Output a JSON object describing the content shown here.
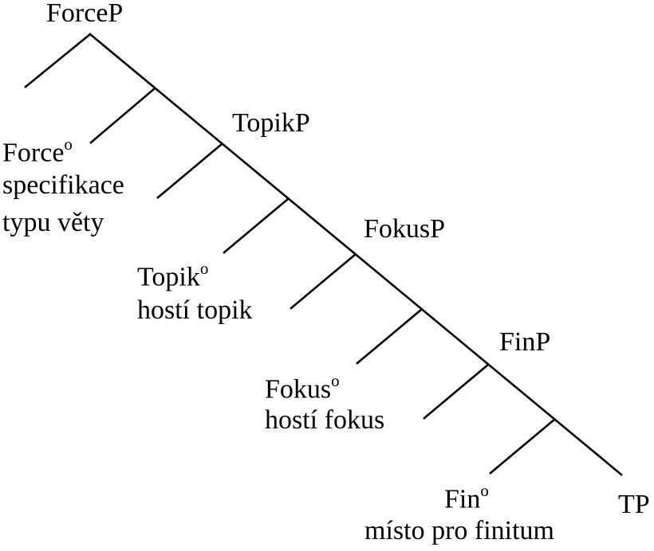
{
  "tree": {
    "root": "ForceP",
    "nodes": {
      "topik_p": "TopikP",
      "fokus_p": "FokusP",
      "fin_p": "FinP",
      "tp": "TP"
    },
    "heads": [
      {
        "head": "Force",
        "sup": "o",
        "desc_line1": "specifikace",
        "desc_line2": "typu věty"
      },
      {
        "head": "Topik",
        "sup": "o",
        "desc_line1": "hostí topik"
      },
      {
        "head": "Fokus",
        "sup": "o",
        "desc_line1": "hostí fokus"
      },
      {
        "head": "Fin",
        "sup": "o",
        "desc_line1": "místo pro finitum"
      }
    ]
  }
}
